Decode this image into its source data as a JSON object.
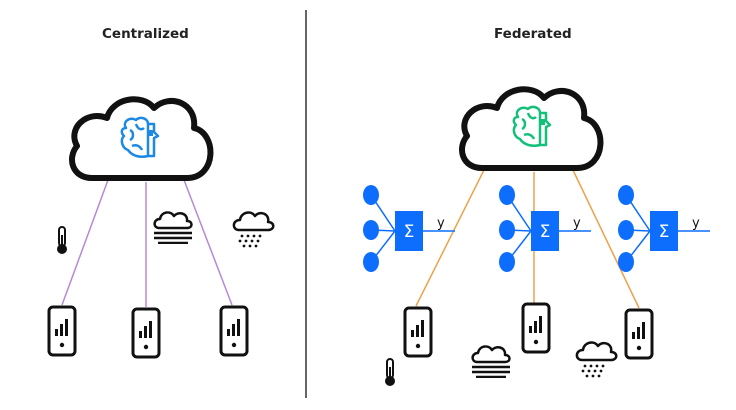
{
  "panels": {
    "left": {
      "title": "Centralized"
    },
    "right": {
      "title": "Federated"
    }
  },
  "neuron": {
    "sum_symbol": "Σ",
    "output_label": "y"
  },
  "colors": {
    "centralized_link": "#b48ad6",
    "federated_link": "#f0a04b",
    "centralized_model": "#1e88e5",
    "federated_model": "#12c07a",
    "neuron_blue": "#0d6efd",
    "ink": "#111111",
    "divider": "#666666"
  },
  "icons": [
    "cloud-icon",
    "brain-head-icon",
    "thermometer-icon",
    "fog-icon",
    "rain-cloud-icon",
    "smartphone-icon",
    "signal-bars-icon",
    "neural-node-icon",
    "sum-block-icon"
  ]
}
